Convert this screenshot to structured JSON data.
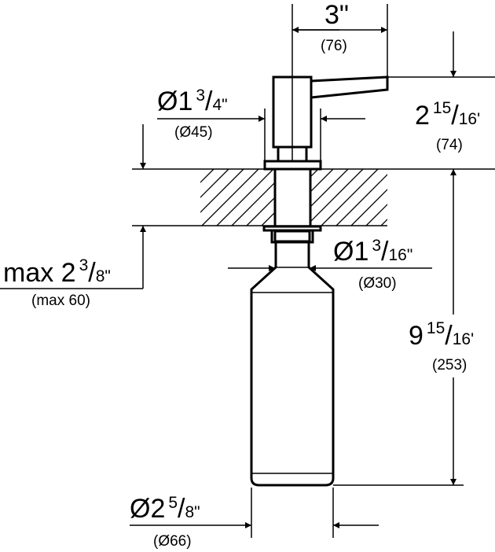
{
  "dimensions": {
    "lever_reach": {
      "main": "3\"",
      "metric": "(76)"
    },
    "head_diameter": {
      "prefix": "Ø1",
      "num": "3",
      "den": "4\"",
      "metric": "(Ø45)"
    },
    "head_height": {
      "prefix": "2",
      "num": "15",
      "den": "16'",
      "metric": "(74)"
    },
    "max_counter": {
      "prefix": "max 2",
      "num": "3",
      "den": "8\"",
      "metric": "(max 60)"
    },
    "shank_diameter": {
      "prefix": "Ø1",
      "num": "3",
      "den": "16\"",
      "metric": "(Ø30)"
    },
    "bottle_depth": {
      "prefix": "9",
      "num": "15",
      "den": "16'",
      "metric": "(253)"
    },
    "bottle_diameter": {
      "prefix": "Ø2",
      "num": "5",
      "den": "8\"",
      "metric": "(Ø66)"
    }
  }
}
